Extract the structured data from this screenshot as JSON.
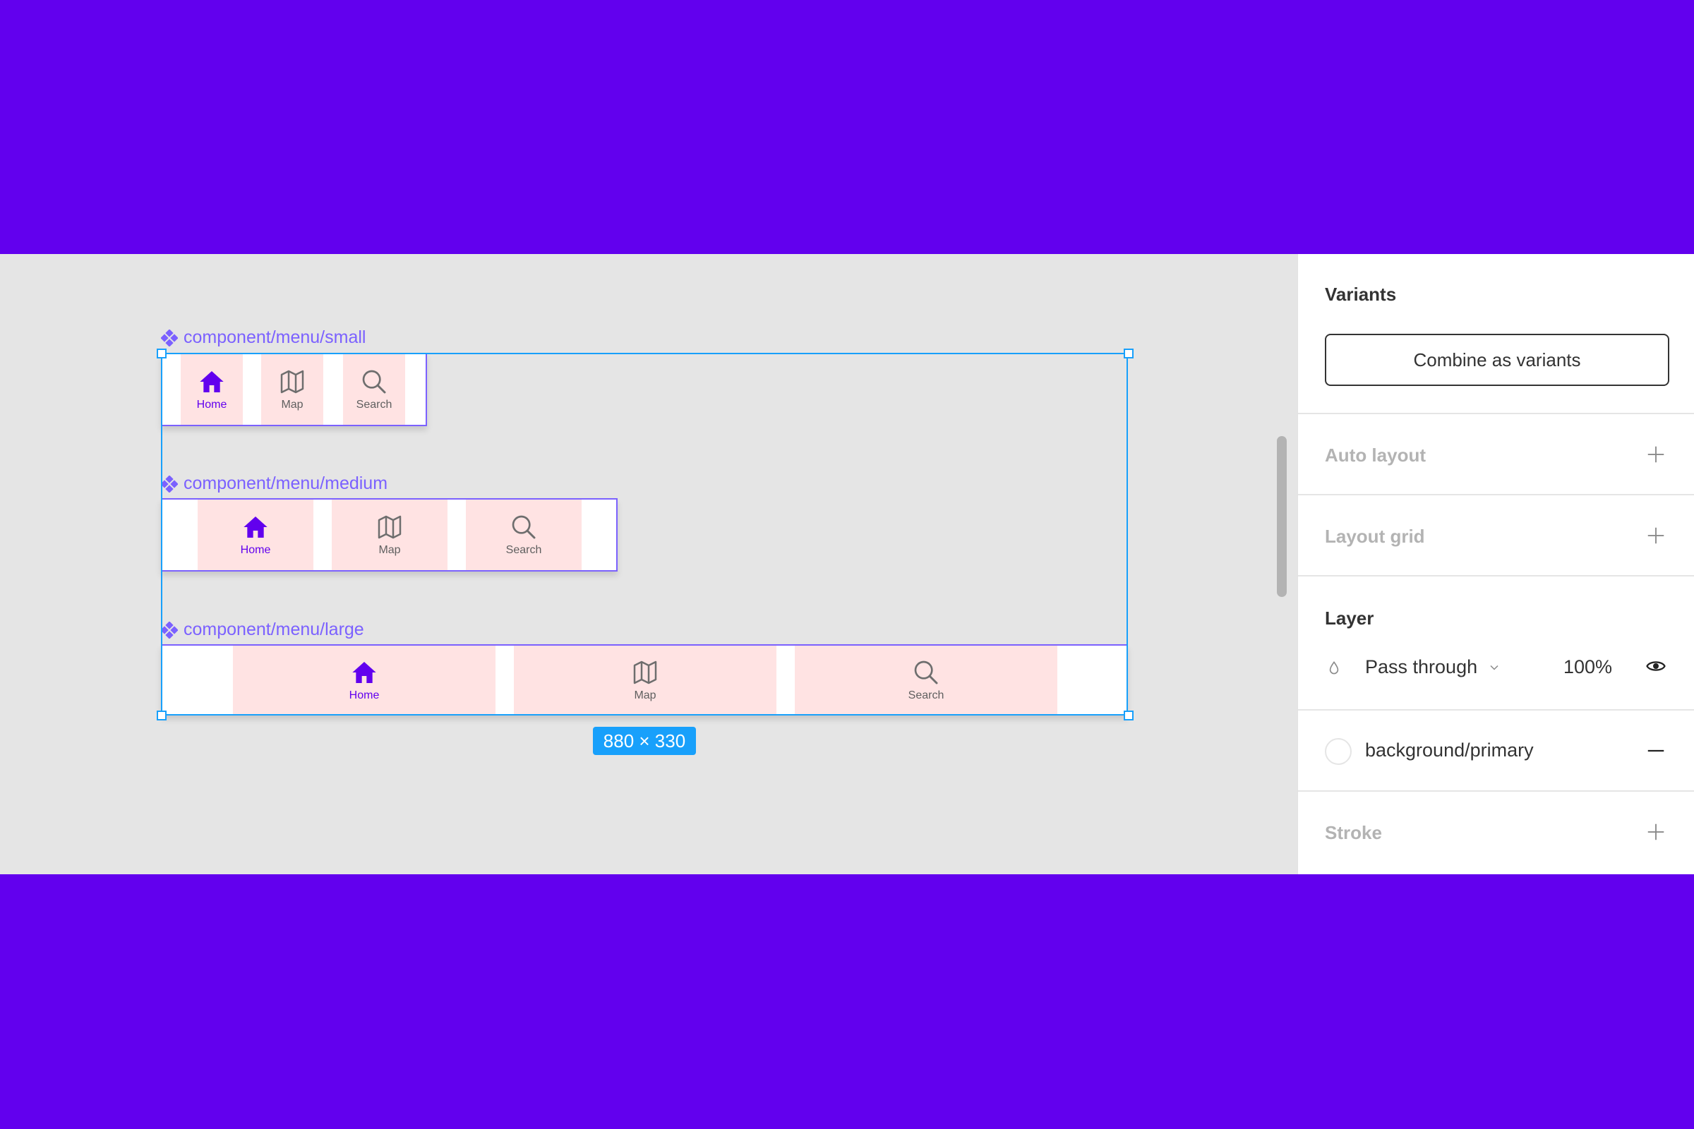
{
  "colors": {
    "brand_purple": "#6200EE",
    "canvas_bg": "#E5E5E5",
    "component_label": "#7B61FF",
    "selection_blue": "#18A0FB",
    "menu_item_bg": "#FFE3E3",
    "icon_gray": "#6E6E6E"
  },
  "canvas": {
    "components": [
      {
        "name": "component/menu/small",
        "items": [
          {
            "label": "Home",
            "icon": "home-icon",
            "active": true
          },
          {
            "label": "Map",
            "icon": "map-icon",
            "active": false
          },
          {
            "label": "Search",
            "icon": "search-icon",
            "active": false
          }
        ]
      },
      {
        "name": "component/menu/medium",
        "items": [
          {
            "label": "Home",
            "icon": "home-icon",
            "active": true
          },
          {
            "label": "Map",
            "icon": "map-icon",
            "active": false
          },
          {
            "label": "Search",
            "icon": "search-icon",
            "active": false
          }
        ]
      },
      {
        "name": "component/menu/large",
        "items": [
          {
            "label": "Home",
            "icon": "home-icon",
            "active": true
          },
          {
            "label": "Map",
            "icon": "map-icon",
            "active": false
          },
          {
            "label": "Search",
            "icon": "search-icon",
            "active": false
          }
        ]
      }
    ],
    "selection_size": "880 × 330"
  },
  "panel": {
    "variants": {
      "title": "Variants",
      "button": "Combine as variants"
    },
    "auto_layout": {
      "title": "Auto layout"
    },
    "layout_grid": {
      "title": "Layout grid"
    },
    "layer": {
      "title": "Layer",
      "blend_mode": "Pass through",
      "opacity": "100%"
    },
    "fill": {
      "name": "background/primary"
    },
    "stroke": {
      "title": "Stroke"
    }
  }
}
